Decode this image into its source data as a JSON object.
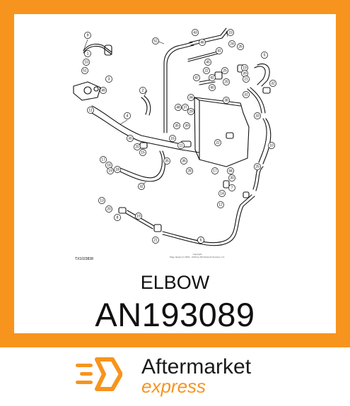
{
  "colors": {
    "frame": "#f7941d",
    "accent": "#f7941d",
    "text": "#111111"
  },
  "diagram": {
    "code": "TX1023838",
    "copyright": "Copyright\nPage design (c) 2001 - 2019 by ARI Network Services, Inc.",
    "callouts": [
      "9",
      "52",
      "43",
      "23",
      "1",
      "46",
      "41",
      "24",
      "10",
      "45",
      "26",
      "5",
      "51",
      "25",
      "19",
      "3",
      "39",
      "22",
      "42",
      "21",
      "20",
      "47",
      "2",
      "49",
      "32",
      "40",
      "34",
      "38",
      "31",
      "11",
      "48",
      "37",
      "29",
      "35",
      "4",
      "33",
      "39",
      "22",
      "30",
      "16",
      "11",
      "20",
      "15",
      "17",
      "18",
      "35",
      "36",
      "10",
      "28",
      "44",
      "19",
      "18",
      "17",
      "30",
      "25",
      "32",
      "7",
      "14",
      "12",
      "13",
      "20",
      "19",
      "8",
      "21",
      "21",
      "6"
    ]
  },
  "product": {
    "title": "ELBOW",
    "part_number": "AN193089"
  },
  "brand": {
    "line1": "Aftermarket",
    "line2": "express",
    "logo_icon": "hexagon-speed-logo-icon"
  }
}
